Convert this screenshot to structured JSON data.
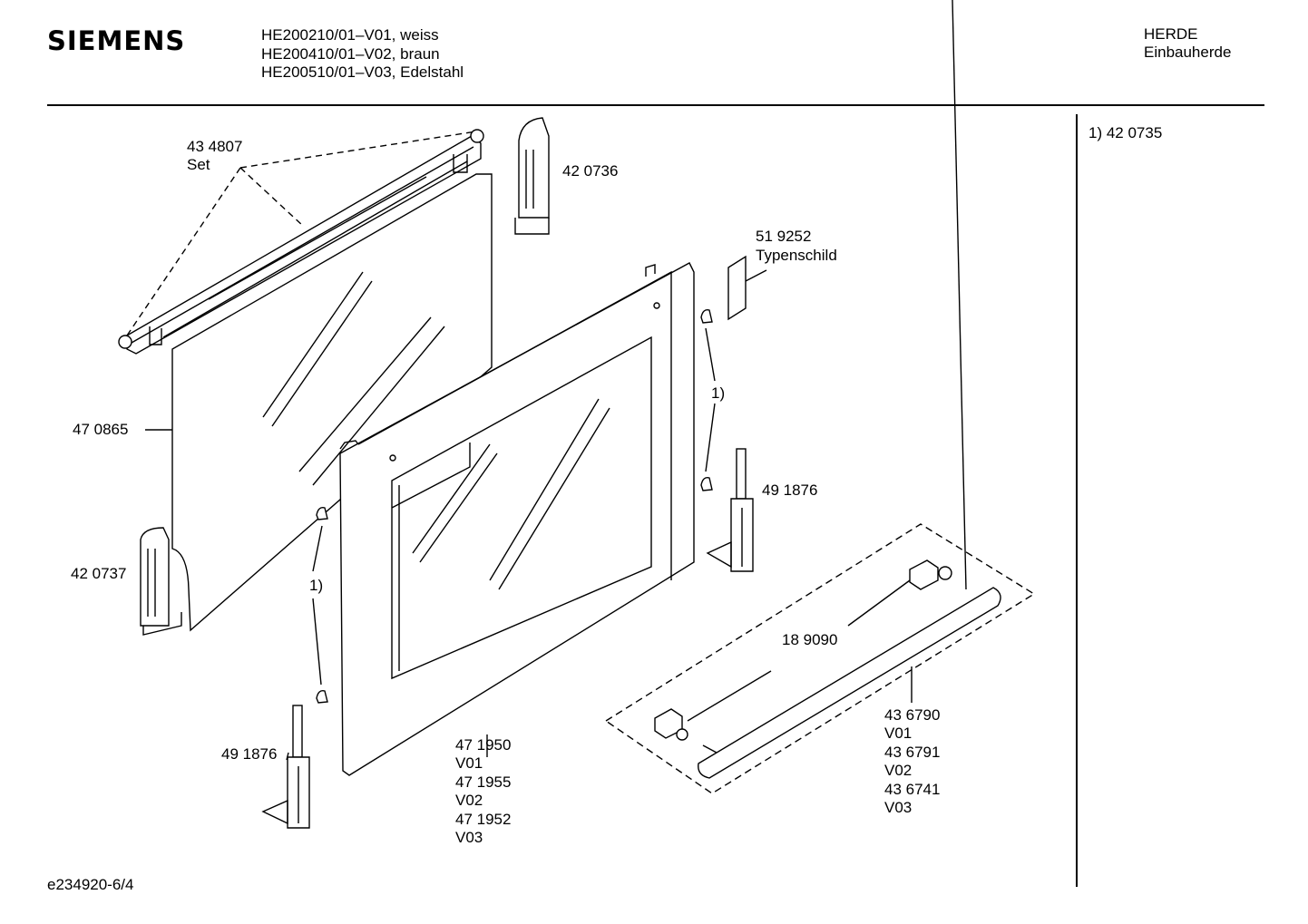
{
  "header": {
    "brand": "SIEMENS",
    "models": [
      "HE200210/01–V01, weiss",
      "HE200410/01–V02, braun",
      "HE200510/01–V03, Edelstahl"
    ],
    "category": [
      "HERDE",
      "Einbauherde"
    ]
  },
  "footnote": "1) 42 0735",
  "document_id": "e234920-6/4",
  "parts": {
    "rail_set": [
      "43 4807",
      "Set"
    ],
    "bracket_top": "42 0736",
    "inner_glass": "47 0865",
    "bracket_bottom": "42 0737",
    "type_plate": [
      "51 9252",
      "Typenschild"
    ],
    "hinge_right": "49 1876",
    "hinge_left": "49 1876",
    "door_front": [
      "47 1950",
      "V01",
      "47 1955",
      "V02",
      "47 1952",
      "V03"
    ],
    "handle_kit": "18 9090",
    "handle": [
      "43 6790",
      "V01",
      "43 6791",
      "V02",
      "43 6741",
      "V03"
    ],
    "note_ref_right": "1)",
    "note_ref_left": "1)"
  }
}
